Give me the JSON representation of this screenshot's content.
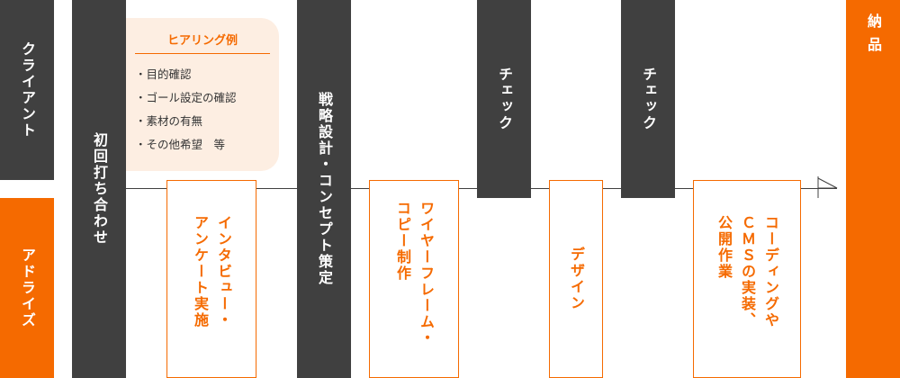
{
  "lanes": {
    "client": "クライアント",
    "advise": "アドライズ"
  },
  "steps": {
    "meeting": "初回打ち合わせ",
    "strategy": "戦略設計・コンセプト策定",
    "check1": "チェック",
    "check2": "チェック",
    "delivery": "納品"
  },
  "hearing": {
    "title": "ヒアリング例",
    "items": [
      "目的確認",
      "ゴール設定の確認",
      "素材の有無",
      "その他希望　等"
    ]
  },
  "tasks": {
    "interview": "インタビュー・\nアンケート実施",
    "wireframe": "ワイヤーフレーム・\nコピー制作",
    "design": "デザイン",
    "coding": "コーディングや\nＣＭＳの実装、\n公開作業"
  },
  "colors": {
    "dark": "#404040",
    "accent": "#f56a00",
    "hearing_bg": "#fdeee2"
  }
}
